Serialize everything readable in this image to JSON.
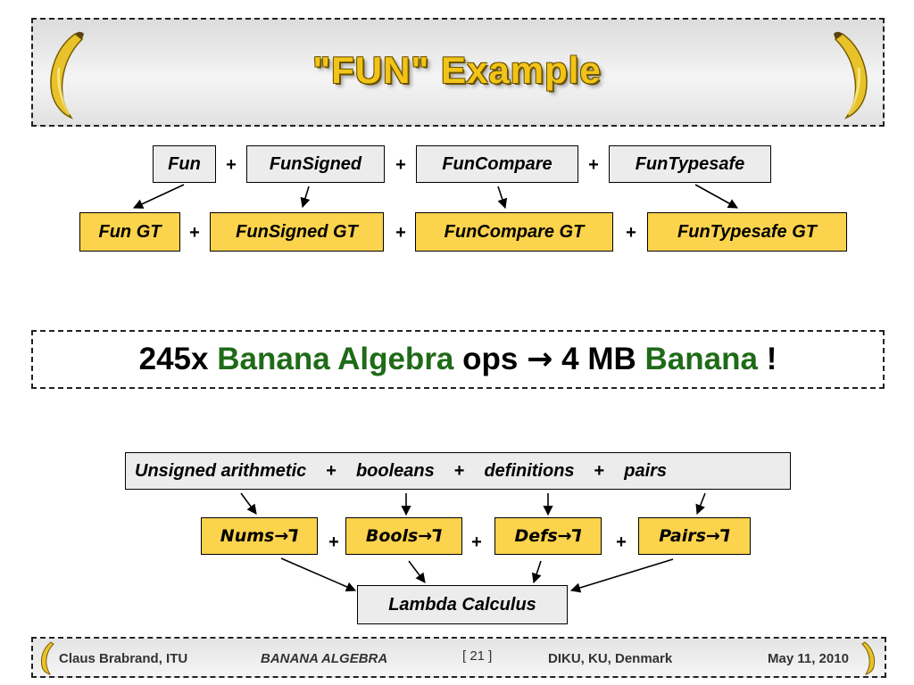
{
  "title": "\"FUN\" Example",
  "top_row": [
    "Fun",
    "FunSigned",
    "FunCompare",
    "FunTypesafe"
  ],
  "gt_row": [
    "Fun GT",
    "FunSigned GT",
    "FunCompare GT",
    "FunTypesafe GT"
  ],
  "plus": "+",
  "banner": {
    "count": "245x",
    "algebra": "Banana Algebra",
    "ops": "ops",
    "arrow": "→",
    "size": "4 MB",
    "banana": "Banana",
    "bang": "!"
  },
  "features_box": {
    "unsigned": "Unsigned arithmetic",
    "booleans": "booleans",
    "definitions": "definitions",
    "pairs": "pairs"
  },
  "lambda_row": [
    "Nums→⅂",
    "Bools→⅂",
    "Defs→⅂",
    "Pairs→⅂"
  ],
  "lambda_calculus": "Lambda Calculus",
  "footer": {
    "author": "Claus Brabrand, ITU",
    "course": "BANANA ALGEBRA",
    "page": "[ 21 ]",
    "place": "DIKU, KU, Denmark",
    "date": "May 11, 2010"
  },
  "colors": {
    "box_yellow": "#fcd34d",
    "box_gray": "#ececec",
    "title_gold": "#f2c418",
    "green": "#1f6b18"
  }
}
